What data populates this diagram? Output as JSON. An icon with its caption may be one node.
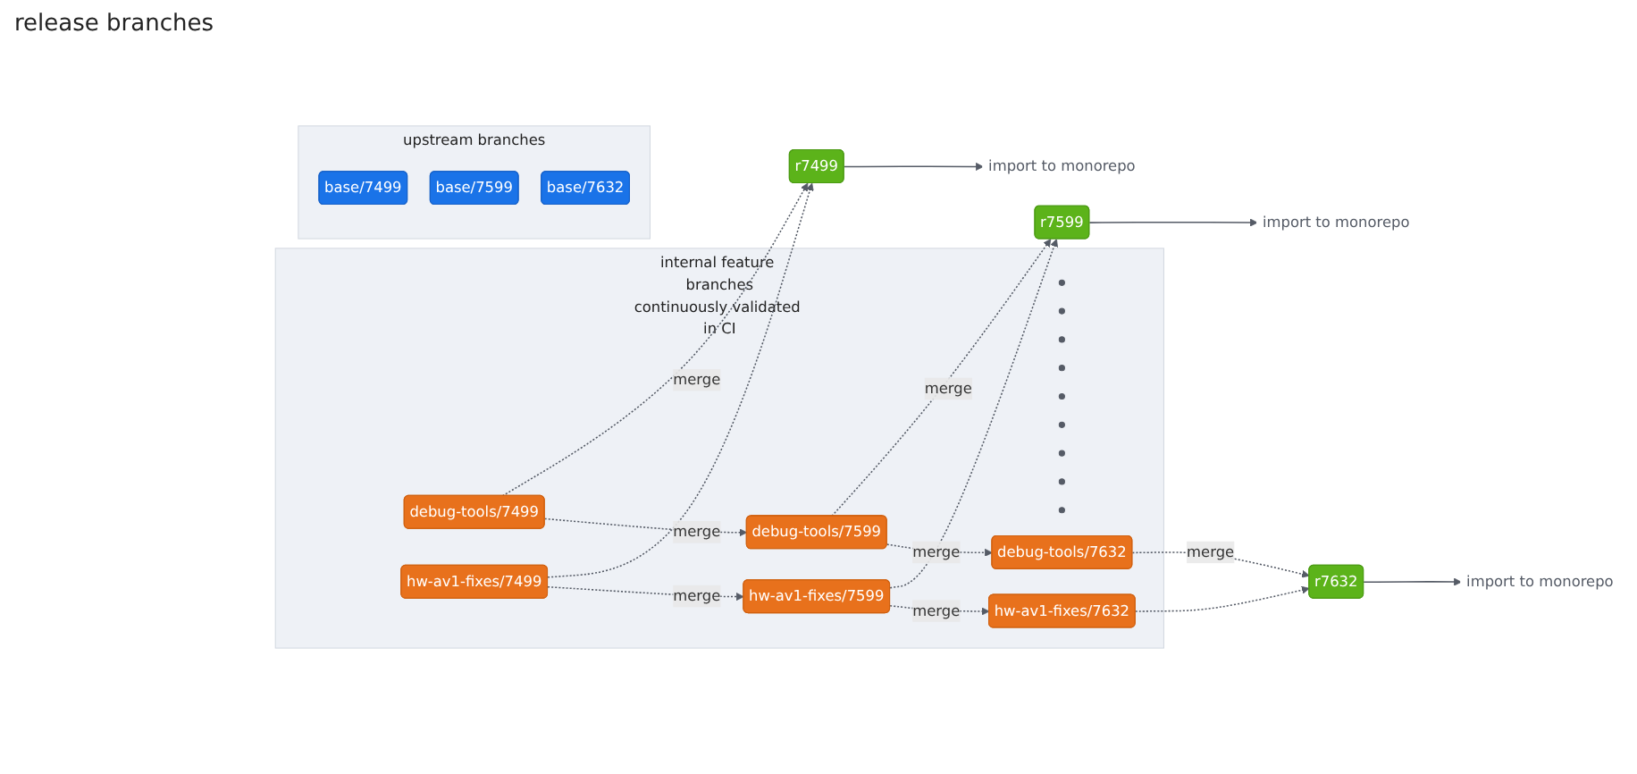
{
  "diagram": {
    "nodes": [
      {
        "text": [
          "import to monorepo"
        ]
      },
      {
        "text": [
          "import to monorepo"
        ]
      },
      {
        "text": [
          "import to monorepo"
        ]
      },
      {
        "text": [
          "r7499"
        ]
      },
      {
        "text": [
          "r7599"
        ]
      },
      {
        "text": [
          "r7632"
        ]
      },
      {
        "text": [
          "internal feature branches",
          "continuously validated in CI"
        ]
      },
      {
        "text": [],
        "shape": "circle",
        "in": 6
      },
      {
        "text": [],
        "shape": "circle",
        "in": 6
      },
      {
        "text": [],
        "shape": "circle",
        "in": 6
      },
      {
        "text": [],
        "shape": "circle",
        "in": 6
      },
      {
        "text": [],
        "shape": "circle",
        "in": 6
      },
      {
        "text": [],
        "shape": "circle",
        "in": 6
      },
      {
        "text": [],
        "shape": "circle",
        "in": 6
      },
      {
        "text": [],
        "shape": "circle",
        "in": 6
      },
      {
        "text": [],
        "shape": "circle",
        "in": 6
      },
      {
        "text": [
          "debug-tools/7499"
        ],
        "in": 6
      },
      {
        "text": [
          "debug-tools/7599"
        ],
        "in": 6
      },
      {
        "text": [
          "debug-tools/7632"
        ],
        "in": 6
      },
      {
        "text": [
          "hw-av1-fixes/7499"
        ],
        "in": 6
      },
      {
        "text": [
          "hw-av1-fixes/7599"
        ],
        "in": 6
      },
      {
        "text": [
          "hw-av1-fixes/7632"
        ],
        "in": 6
      },
      {
        "text": [
          "upstream branches"
        ]
      },
      {
        "text": [
          "base/7499"
        ],
        "in": 22
      },
      {
        "text": [
          "base/7599"
        ],
        "in": 22
      },
      {
        "text": [
          "base/7632"
        ],
        "in": 22
      }
    ],
    "edges": [
      {
        "from": 3,
        "to": 0,
        "arrow": "to"
      },
      {
        "from": 4,
        "to": 1,
        "arrow": "to"
      },
      {
        "from": 5,
        "to": 2,
        "arrow": "to"
      },
      {
        "from": 16,
        "to": 3,
        "arrow": "to",
        "style": "dashed",
        "label": "merge"
      },
      {
        "from": 19,
        "to": 3,
        "arrow": "to",
        "style": "dashed"
      },
      {
        "from": 17,
        "to": 4,
        "arrow": "to",
        "style": "dashed",
        "label": "merge"
      },
      {
        "from": 20,
        "to": 4,
        "arrow": "to",
        "style": "dashed"
      },
      {
        "from": 18,
        "to": 5,
        "arrow": "to",
        "style": "dashed",
        "label": "merge"
      },
      {
        "from": 21,
        "to": 5,
        "arrow": "to",
        "style": "dashed"
      },
      {
        "from": 16,
        "to": 17,
        "arrow": "to",
        "style": "dashed",
        "label": "merge"
      },
      {
        "from": 19,
        "to": 20,
        "arrow": "to",
        "style": "dashed",
        "label": "merge"
      },
      {
        "from": 17,
        "to": 18,
        "arrow": "to",
        "style": "dashed",
        "label": "merge"
      },
      {
        "from": 20,
        "to": 21,
        "arrow": "to",
        "style": "dashed",
        "label": "merge"
      }
    ],
    "labels": [
      "release branches"
    ]
  }
}
